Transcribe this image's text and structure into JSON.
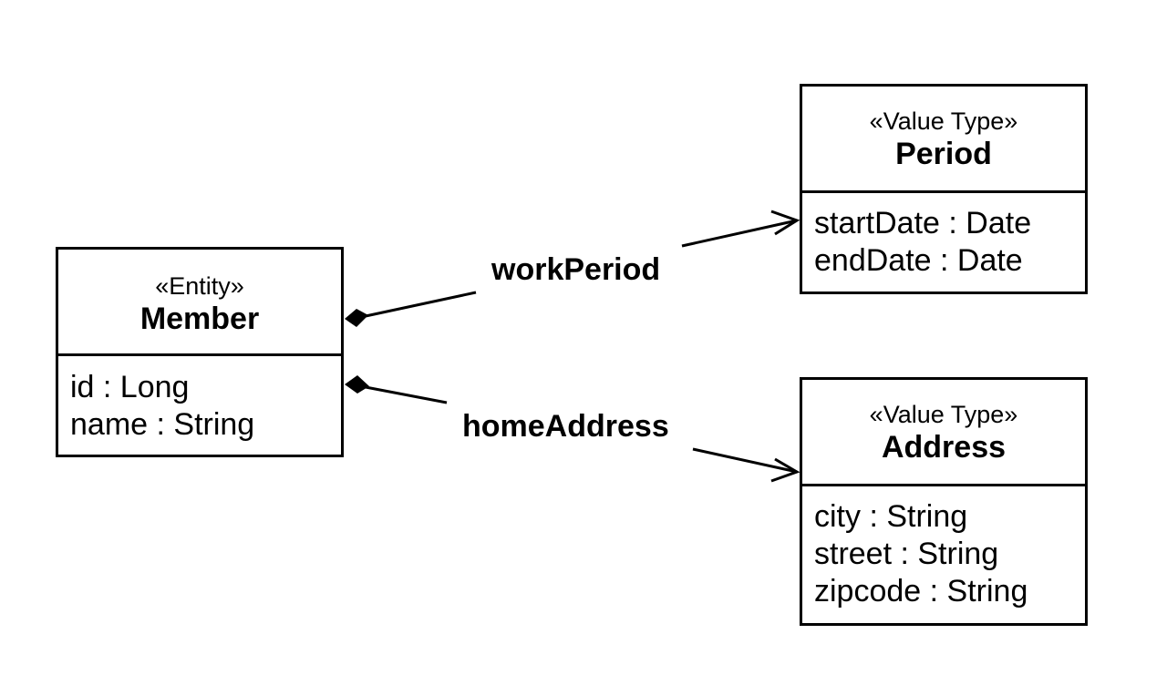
{
  "classes": {
    "member": {
      "stereotype": "«Entity»",
      "name": "Member",
      "attributes": [
        "id : Long",
        "name : String"
      ]
    },
    "period": {
      "stereotype": "«Value Type»",
      "name": "Period",
      "attributes": [
        "startDate : Date",
        "endDate : Date"
      ]
    },
    "address": {
      "stereotype": "«Value Type»",
      "name": "Address",
      "attributes": [
        "city : String",
        "street : String",
        "zipcode : String"
      ]
    }
  },
  "associations": {
    "work_period": {
      "label": "workPeriod",
      "from": "Member",
      "to": "Period",
      "kind": "composition"
    },
    "home_address": {
      "label": "homeAddress",
      "from": "Member",
      "to": "Address",
      "kind": "composition"
    }
  },
  "colors": {
    "line": "#000000",
    "background": "#ffffff"
  }
}
